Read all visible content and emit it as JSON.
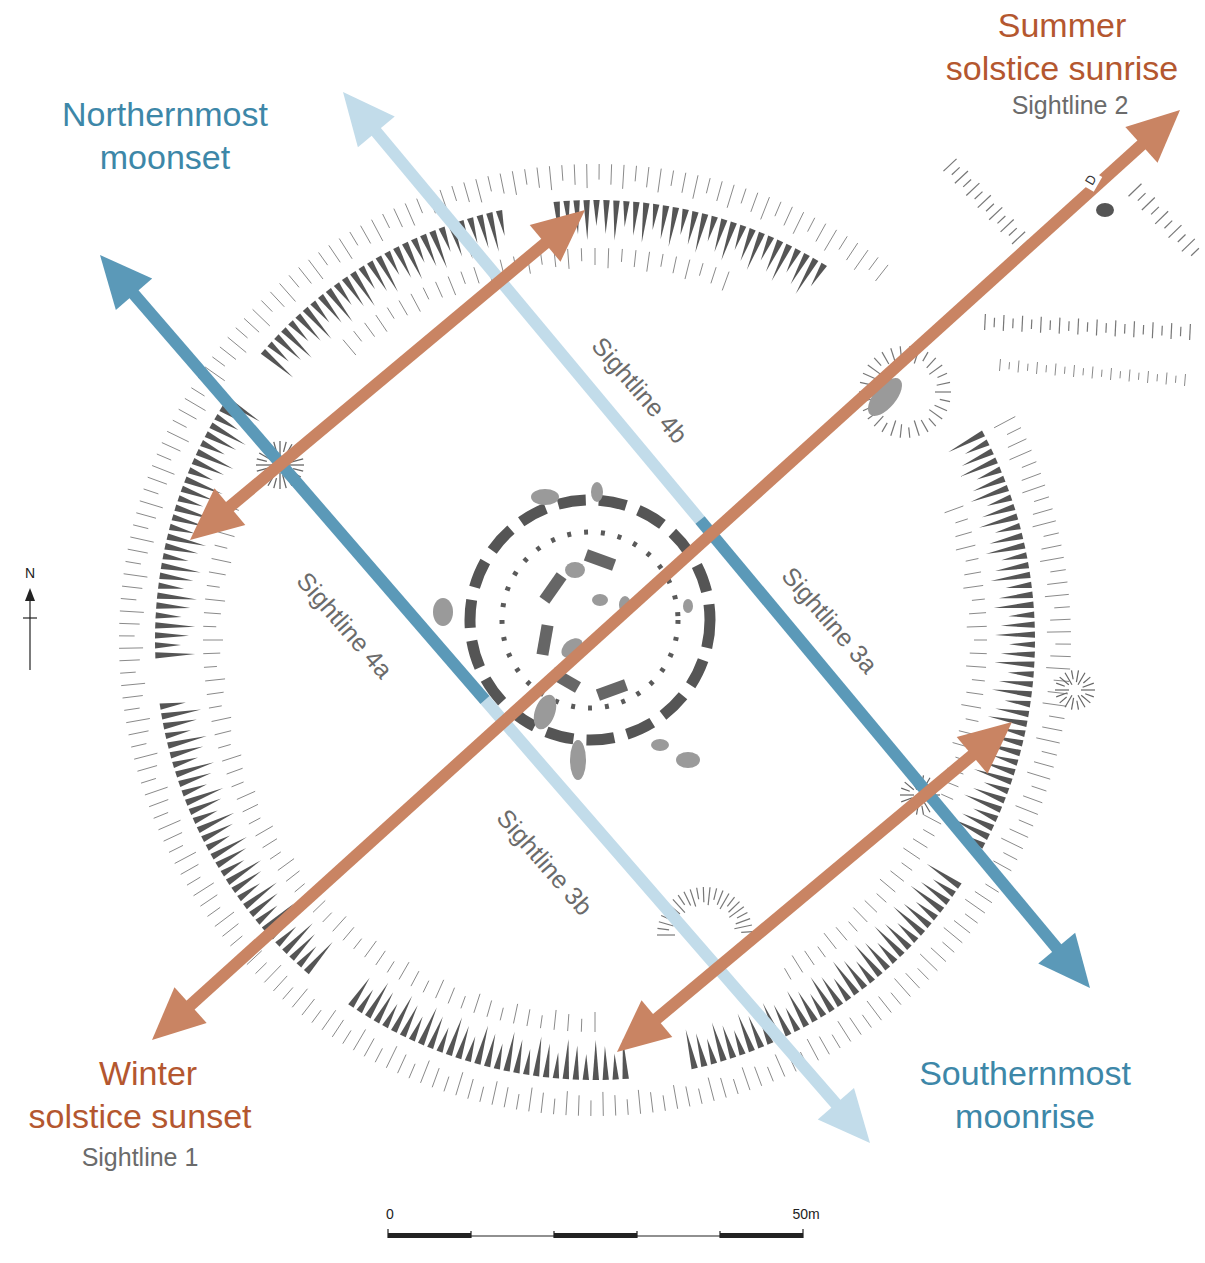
{
  "diagram": {
    "labels": [
      "Northernmost moonset",
      "Summer solstice sunrise",
      "Sightline 2",
      "Sightline 4b",
      "D",
      "N",
      "Sightline 4a",
      "Sightline 3a",
      "Sightline 3b",
      "Winter solstice sunset",
      "Sightline 1",
      "Southernmost moonrise",
      "0",
      "50m"
    ]
  }
}
